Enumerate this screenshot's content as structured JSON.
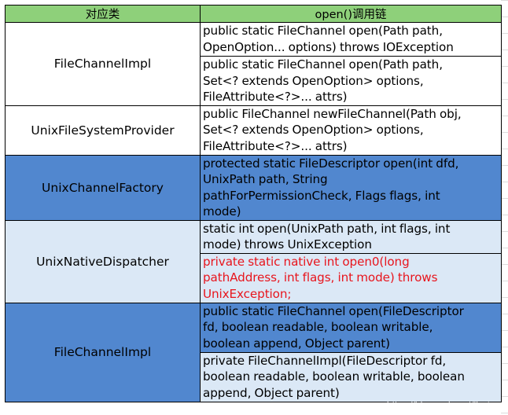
{
  "headers": {
    "class_col": "对应类",
    "chain_col": "open()调用链"
  },
  "rows": [
    {
      "class": "FileChannelImpl",
      "methods": [
        "public static FileChannel open(Path path,\nOpenOption... options) throws IOException",
        "public static FileChannel open(Path path,\nSet<? extends OpenOption> options,\nFileAttribute<?>... attrs)"
      ]
    },
    {
      "class": "UnixFileSystemProvider",
      "methods": [
        "public FileChannel newFileChannel(Path obj,\nSet<? extends OpenOption> options,\nFileAttribute<?>... attrs)"
      ]
    },
    {
      "class": "UnixChannelFactory",
      "methods": [
        "protected static FileDescriptor open(int dfd,\nUnixPath path, String\npathForPermissionCheck, Flags flags, int\nmode)"
      ]
    },
    {
      "class": "UnixNativeDispatcher",
      "methods": [
        "static int open(UnixPath path, int flags, int\nmode) throws UnixException",
        "private static native int open0(long\npathAddress, int flags, int mode) throws\nUnixException;"
      ]
    },
    {
      "class": "FileChannelImpl",
      "methods": [
        "public static FileChannel open(FileDescriptor\nfd, boolean readable, boolean writable,\nboolean append, Object parent)",
        "private FileChannelImpl(FileDescriptor fd,\nboolean readable, boolean writable, boolean\nappend, Object parent)"
      ]
    }
  ],
  "watermark": "https://blog.csdn.net/llyzing",
  "colors": {
    "header_bg": "#8ed07a",
    "row_blue": "#5187cf",
    "row_light": "#dbe8f6",
    "highlight_text": "#e8151d"
  }
}
